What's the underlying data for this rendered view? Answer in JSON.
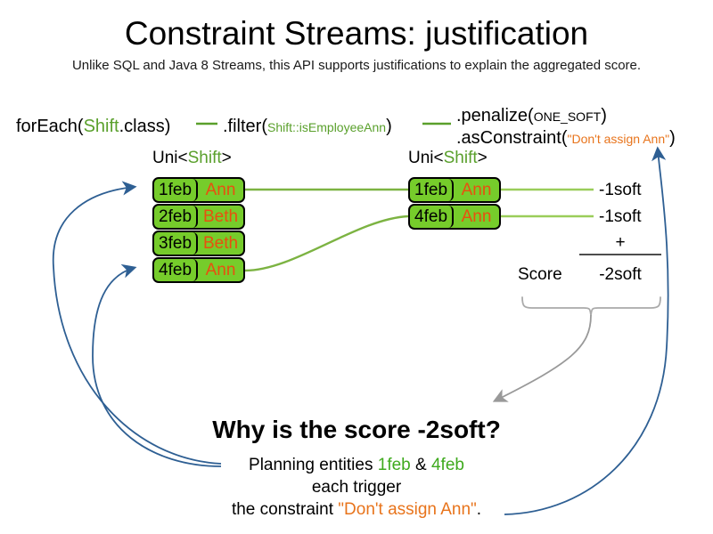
{
  "header": {
    "title": "Constraint Streams: justification",
    "subtitle": "Unlike SQL and Java 8 Streams, this API supports justifications to explain the aggregated score."
  },
  "code": {
    "foreach": {
      "call": "forEach(",
      "type": "Shift",
      "tail": ".class)"
    },
    "filter": {
      "call": ".filter(",
      "arg": "Shift::isEmployeeAnn",
      "tail": ")"
    },
    "penalize": {
      "call": ".penalize(",
      "arg": "ONE_SOFT",
      "tail": ")"
    },
    "asconstraint": {
      "call": ".asConstraint(",
      "arg": "\"Don't assign Ann\"",
      "tail": ")"
    }
  },
  "streams": {
    "left": {
      "label_prefix": "Uni<",
      "label_type": "Shift",
      "label_suffix": ">",
      "rows": [
        {
          "date": "1feb",
          "name": "Ann"
        },
        {
          "date": "2feb",
          "name": "Beth"
        },
        {
          "date": "3feb",
          "name": "Beth"
        },
        {
          "date": "4feb",
          "name": "Ann"
        }
      ]
    },
    "right": {
      "label_prefix": "Uni<",
      "label_type": "Shift",
      "label_suffix": ">",
      "rows": [
        {
          "date": "1feb",
          "name": "Ann",
          "penalty": "-1soft"
        },
        {
          "date": "4feb",
          "name": "Ann",
          "penalty": "-1soft"
        }
      ]
    }
  },
  "score": {
    "label": "Score",
    "operator": "+",
    "total": "-2soft"
  },
  "explanation": {
    "heading": "Why is the score -2soft?",
    "line1_pre": "Planning entities ",
    "line1_entity_a": "1feb",
    "line1_amp": " & ",
    "line1_entity_b": "4feb",
    "line2": "each trigger",
    "line3_pre": "the constraint ",
    "line3_constraint": "\"Don't assign Ann\"",
    "line3_post": "."
  },
  "colors": {
    "green_accent": "#5aa02c",
    "green_box": "#76cc2b",
    "orange_accent": "#e8741c",
    "orange_name": "#e8500f",
    "blue_arrow": "#2e5f93",
    "gray_arrow": "#999999",
    "black": "#000000"
  },
  "icons": {
    "brace": "curly-brace",
    "arrow_justification_left": "blue-curved-arrow",
    "arrow_justification_right": "blue-curved-arrow",
    "arrow_score_explain": "gray-curved-arrow"
  }
}
